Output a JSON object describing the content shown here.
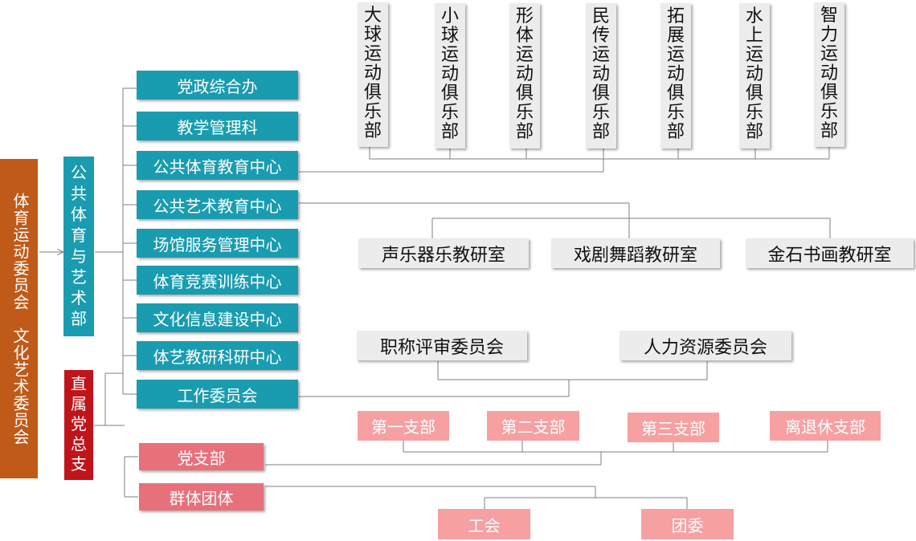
{
  "committee": {
    "label": "体育运动委员会　文化艺术委员会"
  },
  "department": {
    "label": "公共体育与艺术部"
  },
  "party_general": {
    "label": "直属党总支"
  },
  "units": [
    {
      "label": "党政综合办"
    },
    {
      "label": "教学管理科"
    },
    {
      "label": "公共体育教育中心"
    },
    {
      "label": "公共艺术教育中心"
    },
    {
      "label": "场馆服务管理中心"
    },
    {
      "label": "体育竞赛训练中心"
    },
    {
      "label": "文化信息建设中心"
    },
    {
      "label": "体艺教研科研中心"
    },
    {
      "label": "工作委员会"
    }
  ],
  "clubs": [
    {
      "label": "大球运动俱乐部"
    },
    {
      "label": "小球运动俱乐部"
    },
    {
      "label": "形体运动俱乐部"
    },
    {
      "label": "民传运动俱乐部"
    },
    {
      "label": "拓展运动俱乐部"
    },
    {
      "label": "水上运动俱乐部"
    },
    {
      "label": "智力运动俱乐部"
    }
  ],
  "art_offices": [
    {
      "label": "声乐器乐教研室"
    },
    {
      "label": "戏剧舞蹈教研室"
    },
    {
      "label": "金石书画教研室"
    }
  ],
  "work_committees": [
    {
      "label": "职称评审委员会"
    },
    {
      "label": "人力资源委员会"
    }
  ],
  "party_units": [
    {
      "label": "党支部"
    },
    {
      "label": "群体团体"
    }
  ],
  "branches": [
    {
      "label": "第一支部"
    },
    {
      "label": "第二支部"
    },
    {
      "label": "第三支部"
    },
    {
      "label": "离退休支部"
    }
  ],
  "groups": [
    {
      "label": "工会"
    },
    {
      "label": "团委"
    }
  ],
  "colors": {
    "committee": "#c05a18",
    "department": "#1a9cb0",
    "party_general": "#c0141a",
    "grey_box": "#ececec",
    "party_unit": "#e8707a",
    "branch": "#f6a0a2",
    "connector": "#7f7f7f"
  }
}
